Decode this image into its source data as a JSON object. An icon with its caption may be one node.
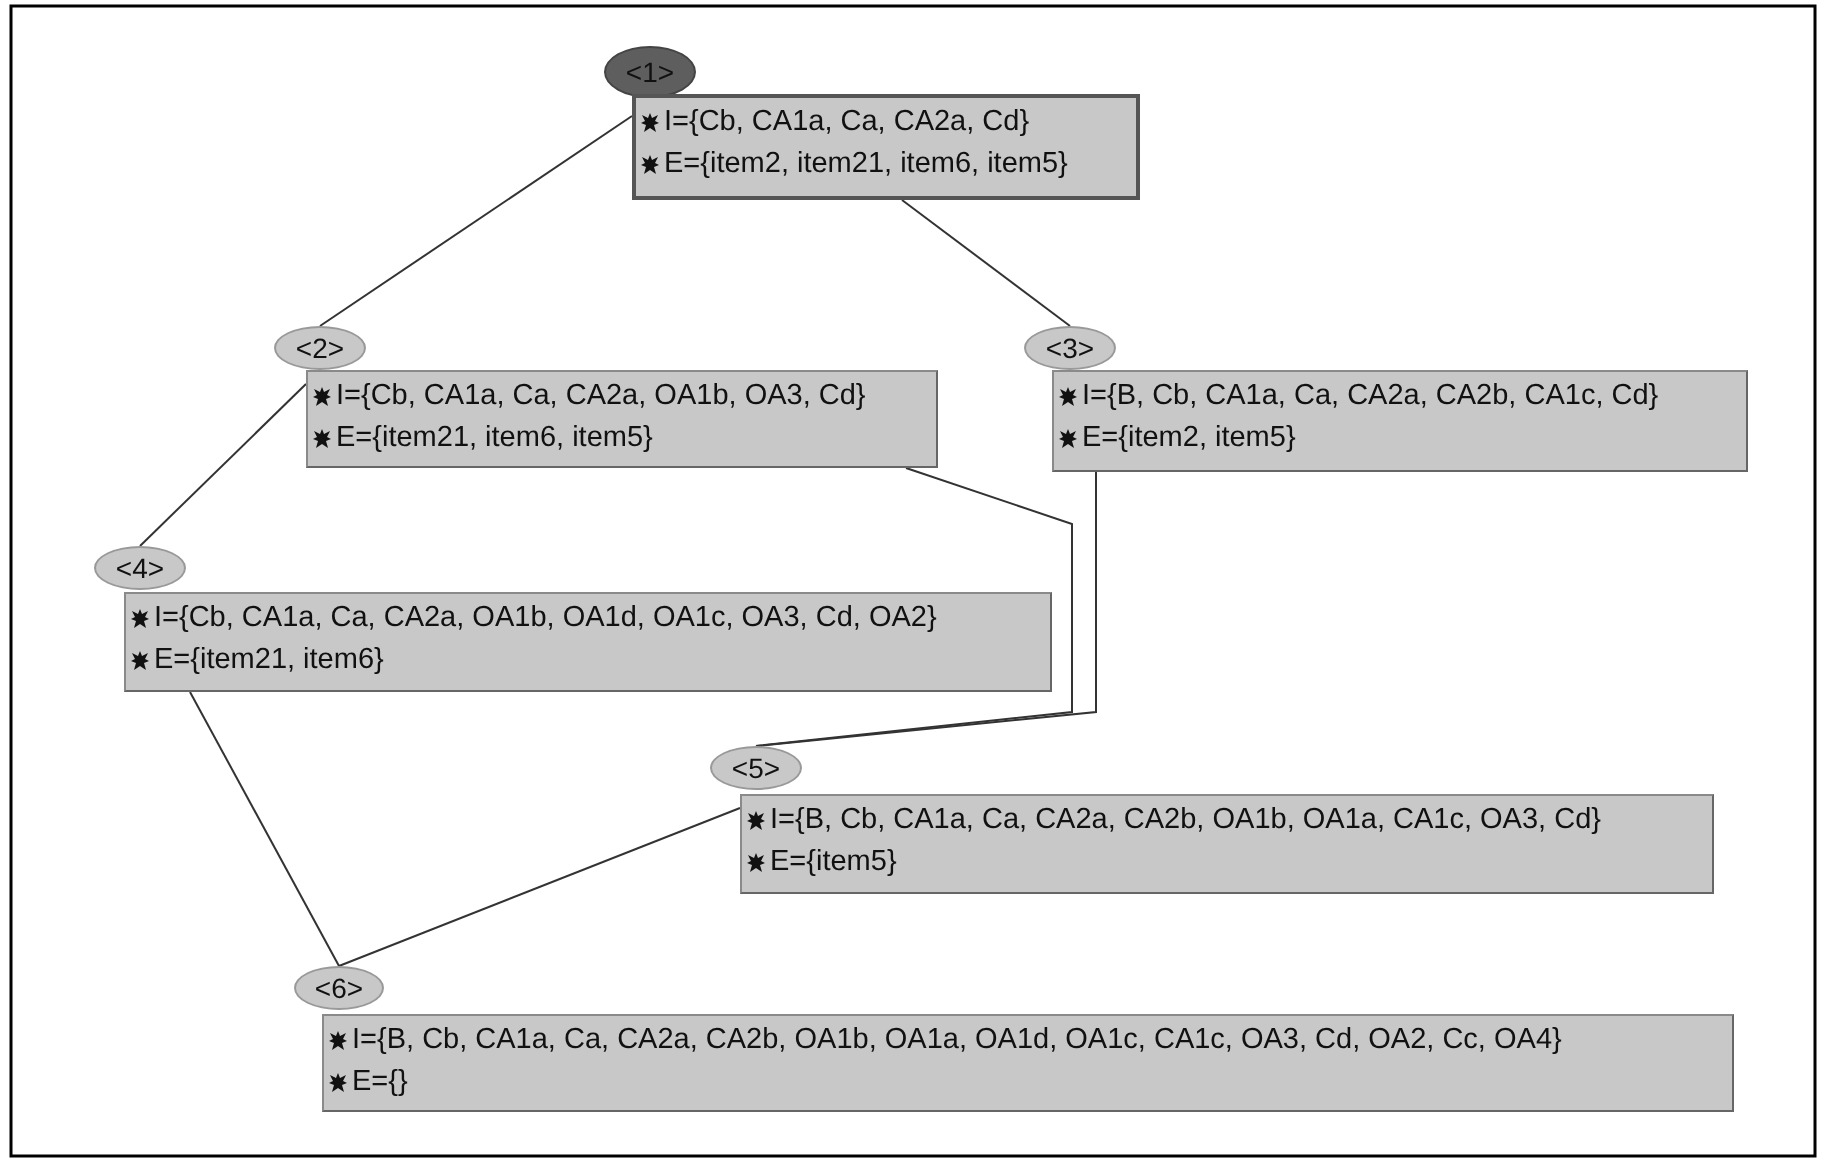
{
  "diagram": {
    "nodes": [
      {
        "text": [
          "<1>"
        ]
      },
      {
        "text": [
          "I={Cb, CA1a, Ca, CA2a, Cd}",
          "E={item2, item21, item6, item5}"
        ]
      },
      {
        "text": [
          "<2>"
        ]
      },
      {
        "text": [
          "I={Cb, CA1a, Ca, CA2a, OA1b, OA3, Cd}",
          "E={item21, item6, item5}"
        ]
      },
      {
        "text": [
          "<3>"
        ]
      },
      {
        "text": [
          "I={B, Cb, CA1a, Ca, CA2a, CA2b, CA1c, Cd}",
          "E={item2, item5}"
        ]
      },
      {
        "text": [
          "<4>"
        ]
      },
      {
        "text": [
          "I={Cb, CA1a, Ca, CA2a, OA1b, OA1d, OA1c, OA3, Cd, OA2}",
          "E={item21, item6}"
        ]
      },
      {
        "text": [
          "<5>"
        ]
      },
      {
        "text": [
          "I={B, Cb, CA1a, Ca, CA2a, CA2b, OA1b, OA1a, CA1c, OA3, Cd}",
          "E={item5}"
        ]
      },
      {
        "text": [
          "<6>"
        ]
      },
      {
        "text": [
          "I={B, Cb, CA1a, Ca, CA2a, CA2b, OA1b, OA1a, OA1d, OA1c, CA1c, OA3, Cd, OA2, Cc, OA4}",
          "E={}"
        ]
      }
    ],
    "edges": [
      {
        "from": 1,
        "to": 2,
        "arrow": "none"
      },
      {
        "from": 1,
        "to": 4,
        "arrow": "none"
      },
      {
        "from": 3,
        "to": 6,
        "arrow": "none"
      },
      {
        "from": 3,
        "to": 8,
        "arrow": "none"
      },
      {
        "from": 5,
        "to": 8,
        "arrow": "none"
      },
      {
        "from": 7,
        "to": 10,
        "arrow": "none"
      },
      {
        "from": 9,
        "to": 10,
        "arrow": "none"
      }
    ]
  }
}
